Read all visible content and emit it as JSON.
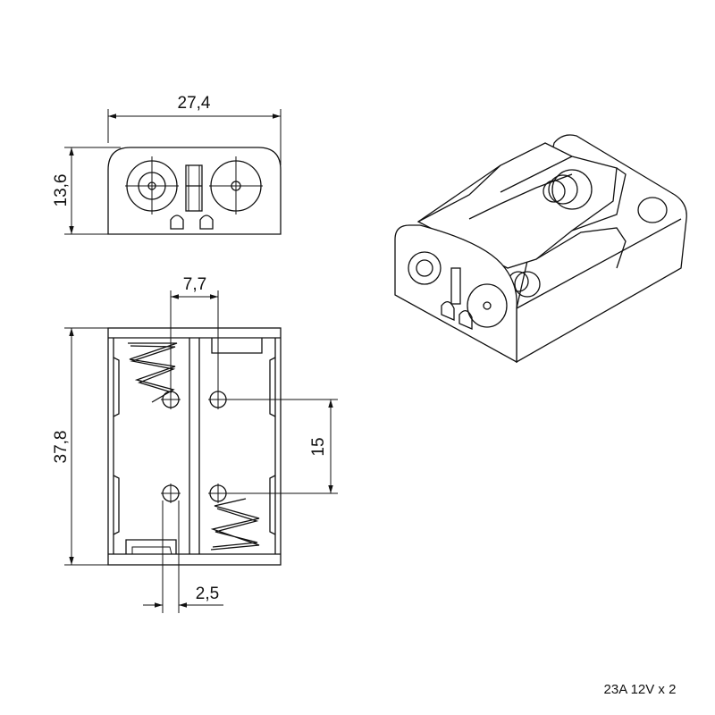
{
  "dimensions": {
    "width": "27,4",
    "height_front": "13,6",
    "pin_spacing_x": "7,7",
    "length": "37,8",
    "pin_spacing_y": "15",
    "pin_diameter": "2,5"
  },
  "caption": "23A 12V x 2"
}
